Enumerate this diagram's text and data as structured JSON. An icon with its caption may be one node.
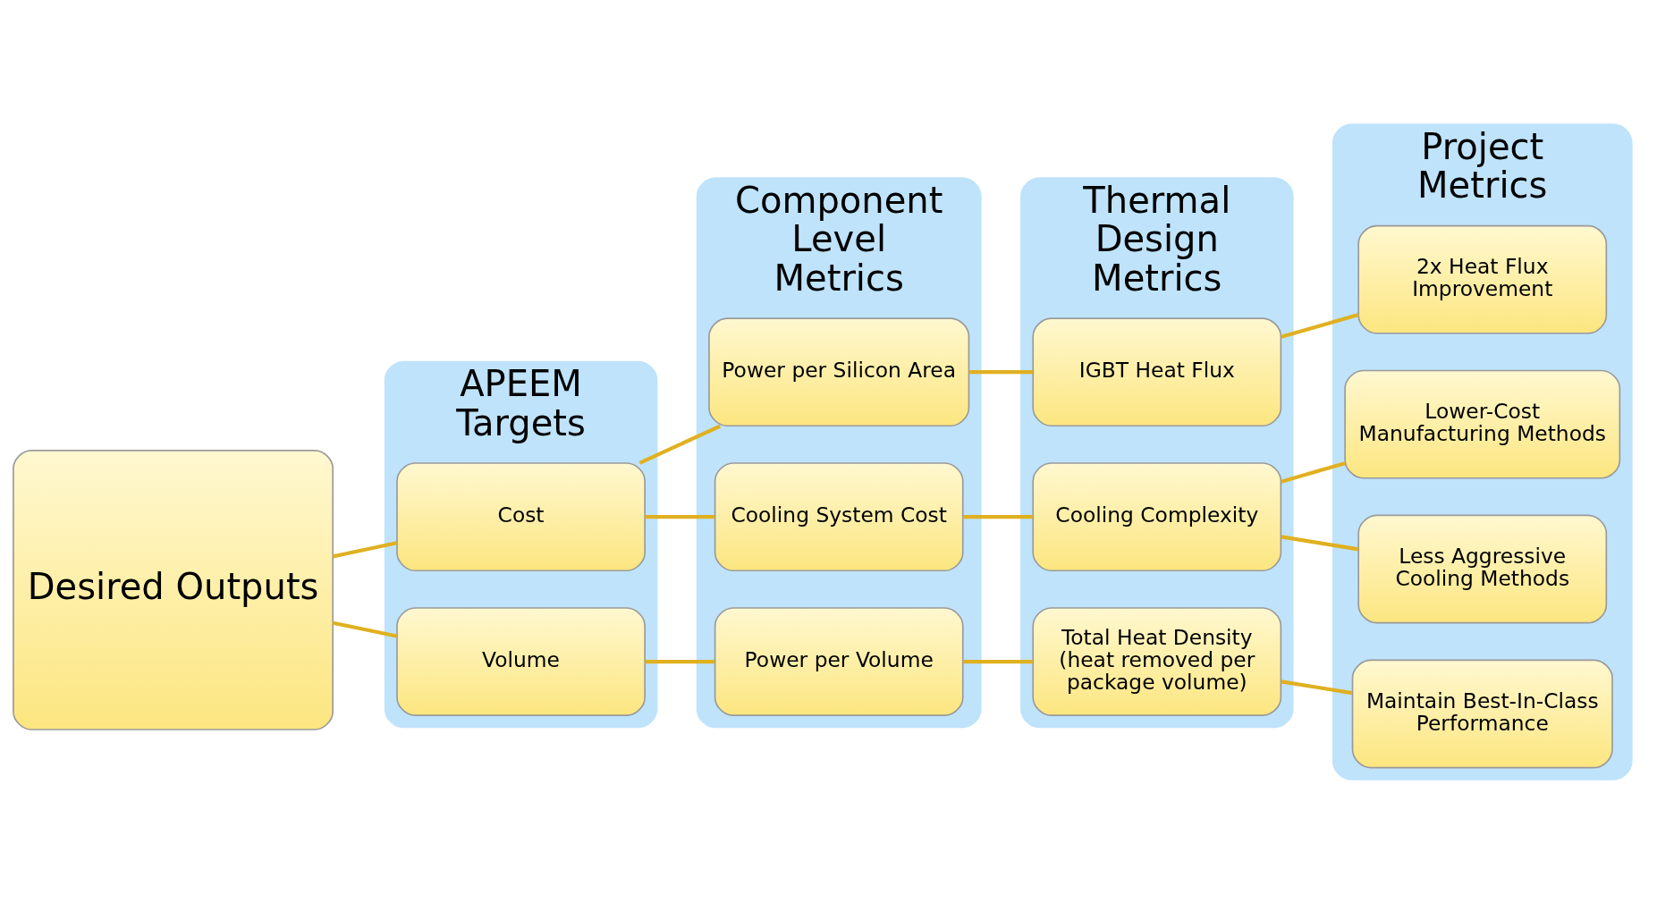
{
  "diagram": {
    "nodes": [
      {
        "text": [
          "Desired Outputs"
        ]
      },
      {
        "text": [
          "APEEM Targets"
        ]
      },
      {
        "text": [
          "Cost"
        ],
        "in": 1
      },
      {
        "text": [
          "Volume"
        ],
        "in": 1
      },
      {
        "text": [
          "Component Level Metrics"
        ]
      },
      {
        "text": [
          "Power per Silicon Area"
        ],
        "in": 4
      },
      {
        "text": [
          "Cooling System Cost"
        ],
        "in": 4
      },
      {
        "text": [
          "Power per Volume"
        ],
        "in": 4
      },
      {
        "text": [
          "Thermal Design Metrics"
        ]
      },
      {
        "text": [
          "IGBT Heat Flux"
        ],
        "in": 8
      },
      {
        "text": [
          "Cooling Complexity"
        ],
        "in": 8
      },
      {
        "text": [
          "Total Heat Density (heat removed per package volume)"
        ],
        "in": 8
      },
      {
        "text": [
          "Project Metrics"
        ]
      },
      {
        "text": [
          "2x Heat Flux Improvement"
        ],
        "in": 12
      },
      {
        "text": [
          "Lower-Cost Manufacturing Methods"
        ],
        "in": 12
      },
      {
        "text": [
          "Less Aggressive Cooling Methods"
        ],
        "in": 12
      },
      {
        "text": [
          "Maintain Best-In-Class Performance"
        ],
        "in": 12
      }
    ],
    "edges": [
      {
        "from": 0,
        "to": 2,
        "arrow": "none"
      },
      {
        "from": 0,
        "to": 3,
        "arrow": "none"
      },
      {
        "from": 2,
        "to": 5,
        "arrow": "none"
      },
      {
        "from": 2,
        "to": 6,
        "arrow": "none"
      },
      {
        "from": 3,
        "to": 7,
        "arrow": "none"
      },
      {
        "from": 5,
        "to": 9,
        "arrow": "none"
      },
      {
        "from": 6,
        "to": 10,
        "arrow": "none"
      },
      {
        "from": 7,
        "to": 11,
        "arrow": "none"
      },
      {
        "from": 9,
        "to": 13,
        "arrow": "none"
      },
      {
        "from": 10,
        "to": 14,
        "arrow": "none"
      },
      {
        "from": 10,
        "to": 15,
        "arrow": "none"
      },
      {
        "from": 11,
        "to": 16,
        "arrow": "none"
      }
    ]
  }
}
